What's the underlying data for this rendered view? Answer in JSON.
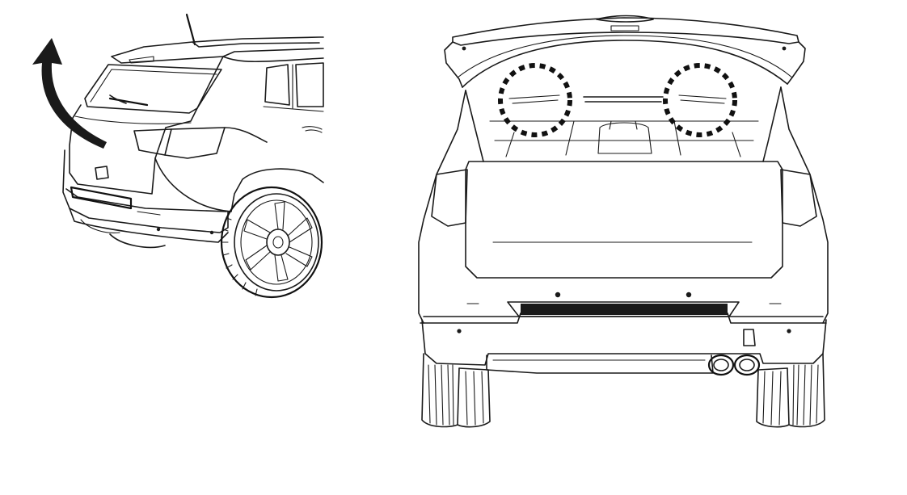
{
  "figure": {
    "views": [
      {
        "id": "rear-three-quarter-view",
        "action": "liftgate-opening"
      },
      {
        "id": "rear-view",
        "highlights": [
          "left-hatch-strut-mount",
          "right-hatch-strut-mount"
        ]
      }
    ],
    "icons": [
      "curved-arrow-icon",
      "dotted-circle-icon"
    ],
    "colors": {
      "line": "#1a1a1a",
      "background": "#ffffff"
    }
  }
}
